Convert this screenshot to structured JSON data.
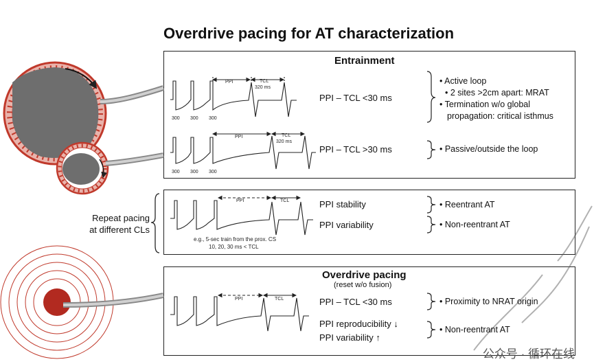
{
  "title": "Overdrive pacing for AT characterization",
  "entrainment": {
    "heading": "Entrainment",
    "row1": {
      "formula": "PPI – TCL <30 ms",
      "ppi_label": "PPI",
      "tcl_label": "TCL",
      "tcl_value": "320 ms",
      "pace_labels": [
        "300",
        "300",
        "300"
      ],
      "results": [
        "• Active loop",
        "• 2 sites >2cm apart: MRAT",
        "• Termination w/o global",
        "propagation: critical isthmus"
      ]
    },
    "row2": {
      "formula": "PPI – TCL >30 ms",
      "ppi_label": "PPI",
      "tcl_label": "TCL",
      "tcl_value": "320 ms",
      "pace_labels": [
        "300",
        "300",
        "300"
      ],
      "results": [
        "• Passive/outside the loop"
      ]
    }
  },
  "repeat": {
    "side_label": [
      "Repeat pacing",
      "at different CLs"
    ],
    "ppi_label": "PPI",
    "tcl_label": "TCL",
    "note": [
      "e.g., 5-sec train from the prox. CS",
      "10, 20, 30 ms < TCL"
    ],
    "stability": "PPI stability",
    "variability": "PPI variability",
    "res_stability": "• Reentrant AT",
    "res_variability": "• Non-reentrant AT"
  },
  "overdrive": {
    "heading": "Overdrive pacing",
    "subheading": "(reset w/o fusion)",
    "ppi_label": "PPI",
    "tcl_label": "TCL",
    "formula": "PPI – TCL <30 ms",
    "reproducibility": "PPI reproducibility ↓",
    "variability": "PPI variability ↑",
    "res_proximity": "• Proximity to NRAT origin",
    "res_nonreentrant": "• Non-reentrant AT"
  },
  "watermark": "公众号 · 循环在线",
  "colors": {
    "red": "#c0392b",
    "gray": "#6e6e6e",
    "line": "#222222"
  }
}
